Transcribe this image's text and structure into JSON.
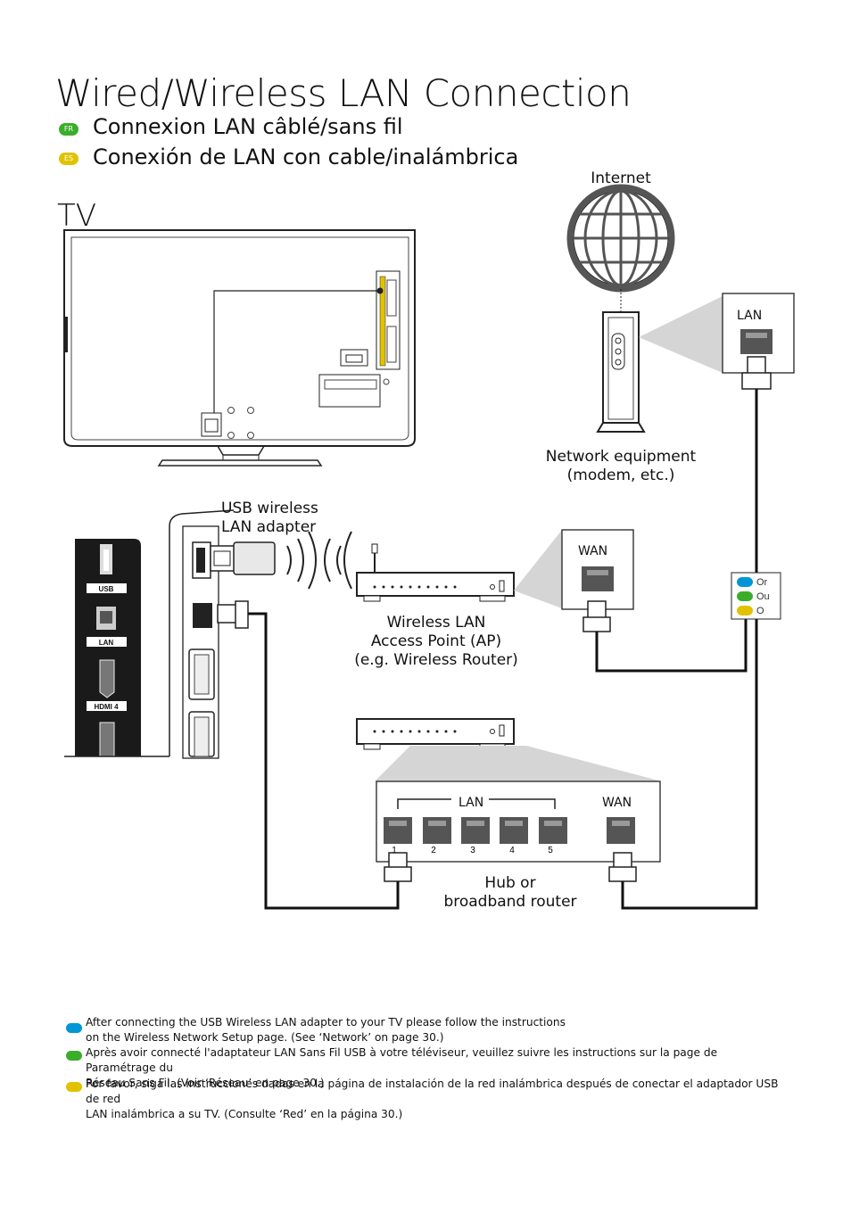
{
  "header": {
    "title": "Wired/Wireless LAN Connection",
    "fr_badge": "FR",
    "fr_title": "Connexion LAN câblé/sans fil",
    "es_badge": "ES",
    "es_title": "Conexión de LAN con cable/inalámbrica"
  },
  "diagram": {
    "tv_label": "TV",
    "internet_label": "Internet",
    "network_equipment_line1": "Network equipment",
    "network_equipment_line2": "(modem, etc.)",
    "usb_adapter_line1": "USB wireless",
    "usb_adapter_line2": "LAN adapter",
    "ap_line1": "Wireless LAN",
    "ap_line2": "Access Point (AP)",
    "ap_line3": "(e.g. Wireless Router)",
    "hub_line1": "Hub or",
    "hub_line2": "broadband router",
    "modem_port_label": "LAN",
    "ap_port_label": "WAN",
    "hub_lan_label": "LAN",
    "hub_wan_label": "WAN",
    "hub_port_numbers": [
      "1",
      "2",
      "3",
      "4",
      "5"
    ],
    "legend": [
      "Or",
      "Ou",
      "O"
    ],
    "panel_labels": [
      "USB",
      "LAN",
      "HDMI 4"
    ]
  },
  "notes": [
    {
      "color": "#0096d6",
      "text_line1": "After connecting the USB Wireless LAN adapter to your TV please follow the instructions",
      "text_line2": "on the Wireless Network Setup page. (See ‘Network’ on page 30.)"
    },
    {
      "color": "#3aae2a",
      "text_line1": "Après avoir connecté l'adaptateur LAN Sans Fil USB à votre téléviseur, veuillez suivre les instructions sur la page de Paramétrage du",
      "text_line2": "Réseau Sans Fil. (Voir ‘Réseau’ en page 30.)"
    },
    {
      "color": "#e0c200",
      "text_line1": "Por favor, siga las instrucciones dadas en la página de instalación de la red  inalámbrica después de conectar el adaptador USB de red",
      "text_line2": "LAN inalámbrica a su TV. (Consulte ‘Red’ en la página 30.)"
    }
  ],
  "colors": {
    "blue": "#0096d6",
    "green": "#3aae2a",
    "yellow": "#e0c200"
  }
}
